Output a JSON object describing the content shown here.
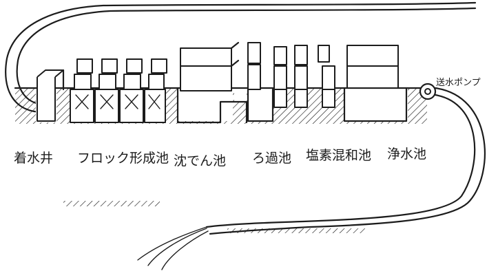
{
  "labels": {
    "receiving_well": "着水井",
    "flocculation_basin": "フロック形成池",
    "sedimentation_basin": "沈でん池",
    "filtration_basin": "ろ過池",
    "chlorine_mixing_basin": "塩素混和池",
    "clean_water_reservoir": "浄水池",
    "pump": "送水ポンプ"
  },
  "colors": {
    "ink": "#1c1c1c",
    "paper": "#ffffff"
  }
}
